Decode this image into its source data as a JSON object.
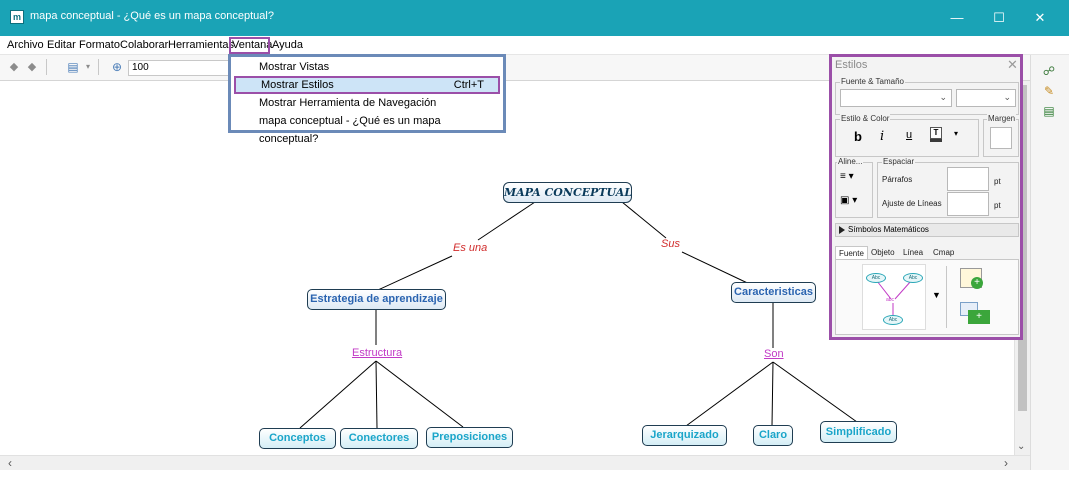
{
  "window": {
    "title": "mapa conceptual - ¿Qué es un mapa conceptual?",
    "minimize": "—",
    "maximize": "☐",
    "close": "✕"
  },
  "menu": [
    "Archivo",
    "Editar",
    "Formato",
    "Colaborar",
    "Herramientas",
    "Ventana",
    "Ayuda"
  ],
  "toolbar": {
    "zoom_value": "100"
  },
  "ventana_menu": {
    "items": [
      {
        "label": "Mostrar Vistas",
        "shortcut": ""
      },
      {
        "label": "Mostrar Estilos",
        "shortcut": "Ctrl+T"
      },
      {
        "label": "Mostrar Herramienta de Navegación",
        "shortcut": ""
      },
      {
        "label": "mapa conceptual - ¿Qué es un mapa conceptual?",
        "shortcut": ""
      }
    ]
  },
  "concept_map": {
    "root": "MAPA CONCEPTUAL",
    "links": {
      "es_una": "Es una",
      "sus": "Sus",
      "estructura": "Estructura",
      "son": "Son"
    },
    "nodes": {
      "estrategia": "Estrategia de aprendizaje",
      "caracteristicas": "Caracteristicas",
      "conceptos": "Conceptos",
      "conectores": "Conectores",
      "preposiciones": "Preposiciones",
      "jerarquizado": "Jerarquizado",
      "claro": "Claro",
      "simplificado": "Simplificado"
    }
  },
  "styles_panel": {
    "title": "Estilos",
    "font_size_group": "Fuente & Tamaño",
    "style_color_group": "Estilo & Color",
    "margin_group": "Margen",
    "bold": "b",
    "italic": "i",
    "underline": "u",
    "align_group": "Aline...",
    "spacing_group": "Espaciar",
    "paragraphs": "Párrafos",
    "line_spacing": "Ajuste de Líneas",
    "unit": "pt",
    "math_symbols": "Símbolos Matemáticos",
    "tabs": [
      "Fuente",
      "Objeto",
      "Línea",
      "Cmap"
    ],
    "mini_nodes": [
      "Abc",
      "Abc",
      "Abc"
    ],
    "mini_link": "abc"
  },
  "colors": {
    "titlebar": "#1aa3b6",
    "highlight": "#9b4fa8",
    "menu_border": "#6b8ab8"
  }
}
